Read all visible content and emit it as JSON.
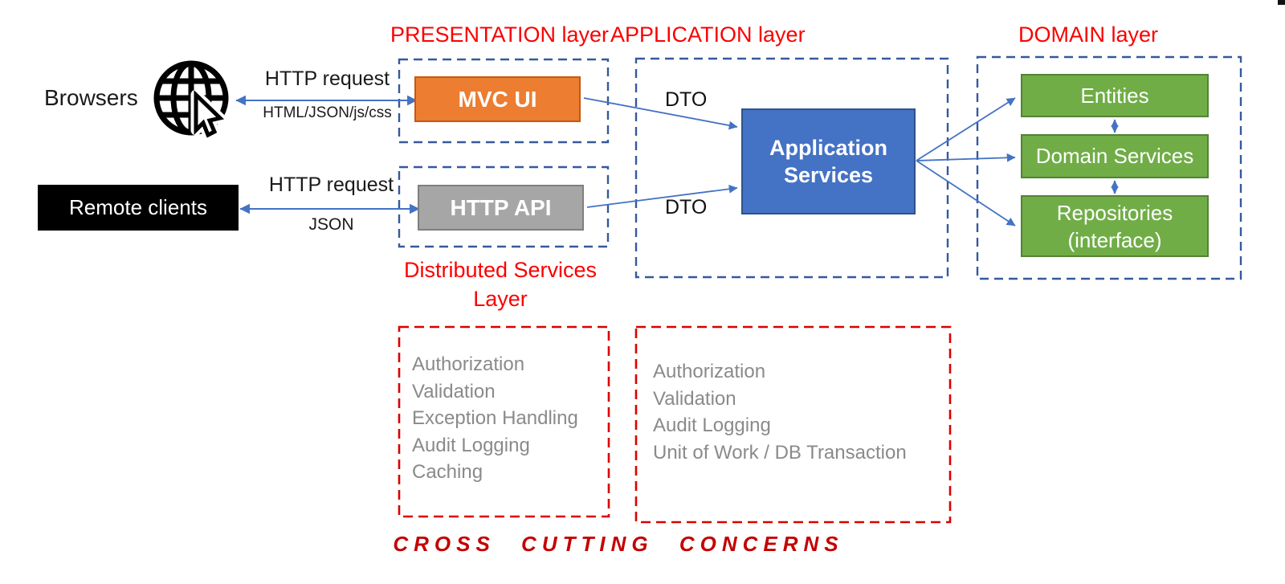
{
  "titles": {
    "presentation": "PRESENTATION layer",
    "application": "APPLICATION layer",
    "domain": "DOMAIN layer",
    "distributed_line1": "Distributed Services",
    "distributed_line2": "Layer",
    "cross_cutting": "CROSS CUTTING CONCERNS"
  },
  "nodes": {
    "browsers": "Browsers",
    "remote_clients": "Remote clients",
    "mvc_ui": "MVC UI",
    "http_api": "HTTP API",
    "application_services_line1": "Application",
    "application_services_line2": "Services",
    "entities": "Entities",
    "domain_services": "Domain Services",
    "repositories_line1": "Repositories",
    "repositories_line2": "(interface)"
  },
  "edges": {
    "browser_http": {
      "top": "HTTP request",
      "bottom": "HTML/JSON/js/css"
    },
    "remote_http": {
      "top": "HTTP request",
      "bottom": "JSON"
    },
    "dto_top": "DTO",
    "dto_bottom": "DTO"
  },
  "concerns": {
    "distributed_items": [
      "Authorization",
      "Validation",
      "Exception Handling",
      "Audit Logging",
      "Caching"
    ],
    "application_items": [
      "Authorization",
      "Validation",
      "Audit Logging",
      "Unit of Work / DB Transaction"
    ]
  },
  "colors": {
    "layer_title_red": "#fb0000",
    "cross_cutting_red": "#c40000",
    "red_dashed_border": "#db0000",
    "blue_dashed_border": "#35599e",
    "arrow_blue": "#4472c4",
    "mvc_fill": "#ed7d31",
    "mvc_border": "#c45911",
    "api_fill": "#a6a6a6",
    "api_border": "#7f7f7f",
    "app_services_fill": "#4472c4",
    "app_services_border": "#2f528f",
    "domain_fill": "#70ad47",
    "domain_border": "#548235",
    "concern_text_gray": "#8a8a8a"
  }
}
